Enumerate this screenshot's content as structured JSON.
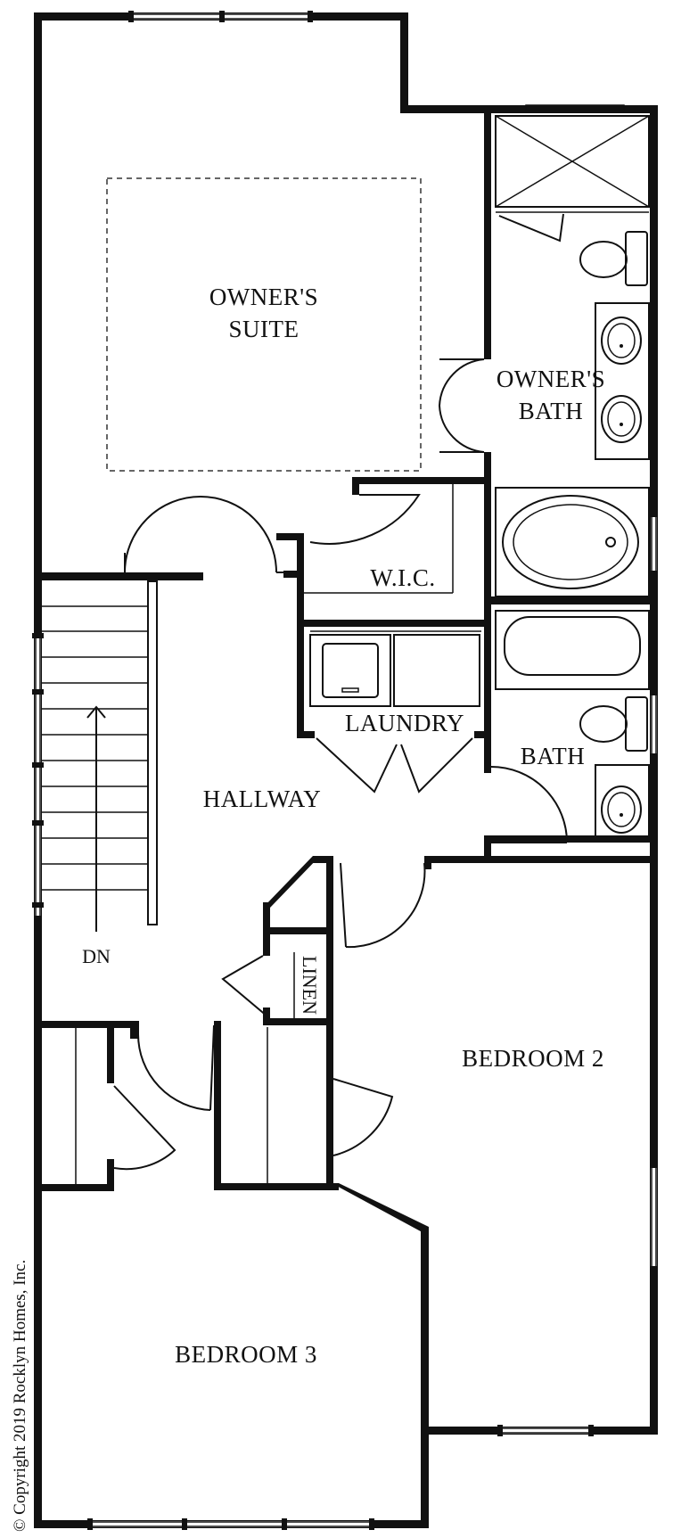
{
  "floor_plan": {
    "rooms": {
      "owners_suite": [
        "OWNER'S",
        "SUITE"
      ],
      "owners_bath": [
        "OWNER'S",
        "BATH"
      ],
      "wic": "W.I.C.",
      "laundry": "LAUNDRY",
      "bath": "BATH",
      "hallway": "HALLWAY",
      "linen": "LINEN",
      "bedroom_2": "BEDROOM 2",
      "bedroom_3": "BEDROOM 3"
    },
    "stairs_direction": "DN",
    "copyright": "© Copyright 2019 Rocklyn Homes, Inc."
  }
}
